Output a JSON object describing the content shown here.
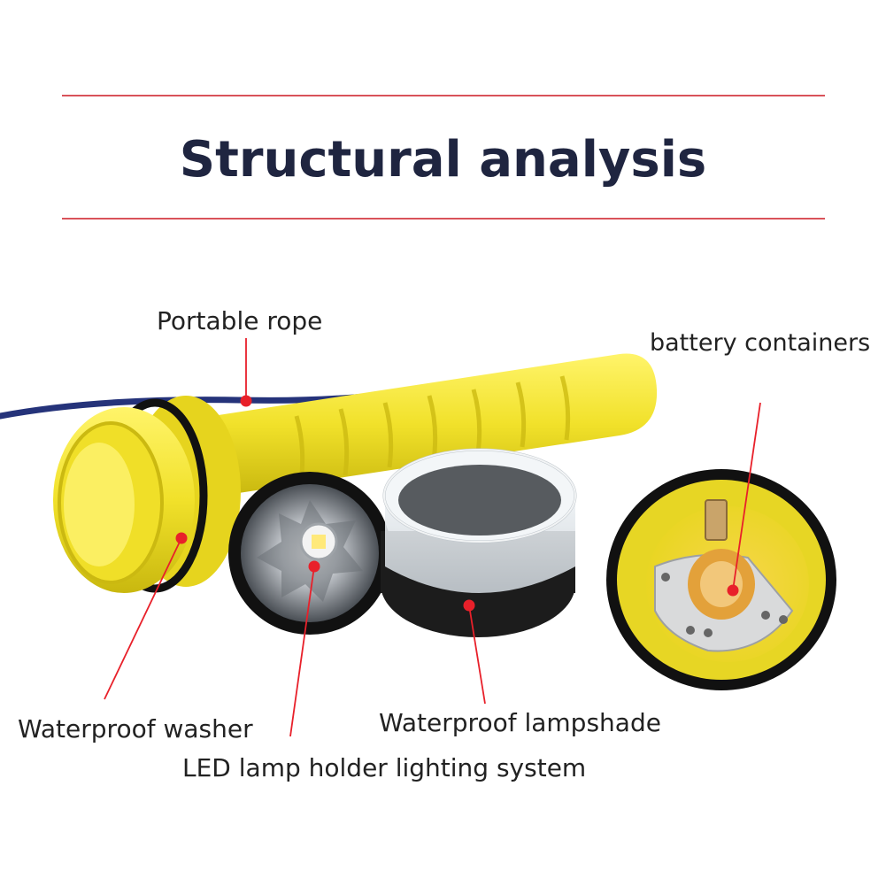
{
  "header": {
    "title": "Structural analysis"
  },
  "labels": {
    "rope": "Portable rope",
    "battery": "battery containers",
    "washer": "Waterproof washer",
    "lampshade": "Waterproof lampshade",
    "led": "LED lamp holder lighting system"
  },
  "colors": {
    "accent_line": "#d9535a",
    "title_text": "#1f2540",
    "body_yellow": "#f1e12a",
    "marker_red": "#e8202a"
  },
  "icons": [
    "flashlight-body-illustration",
    "led-head-illustration",
    "lampshade-illustration",
    "battery-cap-illustration"
  ]
}
